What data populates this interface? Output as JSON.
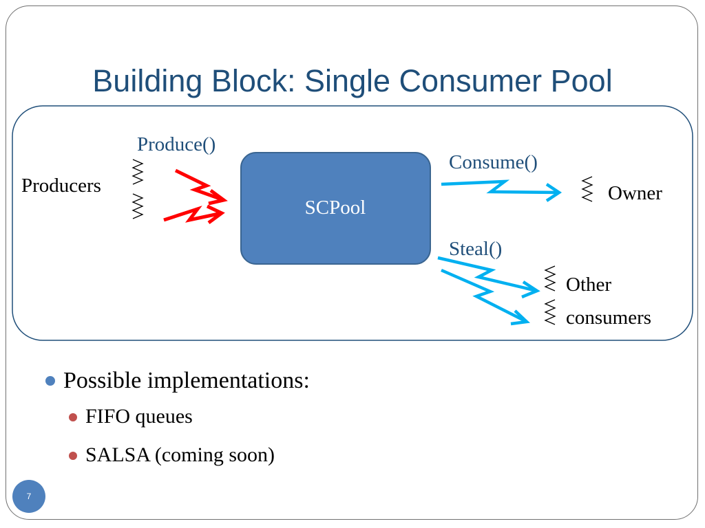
{
  "slide": {
    "title": "Building Block: Single Consumer Pool",
    "page_number": "7"
  },
  "diagram": {
    "pool_label": "SCPool",
    "produce_label": "Produce()",
    "consume_label": "Consume()",
    "steal_label": "Steal()",
    "producers_label": "Producers",
    "owner_label": "Owner",
    "other_label_line1": "Other",
    "other_label_line2": "consumers",
    "colors": {
      "pool_fill": "#4f81bd",
      "produce_arrow": "#ff0000",
      "consume_arrow": "#00b0f0",
      "frame_border": "#1f4e79"
    }
  },
  "bullets": {
    "main": "Possible implementations:",
    "sub": [
      "FIFO queues",
      "SALSA (coming soon)"
    ]
  }
}
